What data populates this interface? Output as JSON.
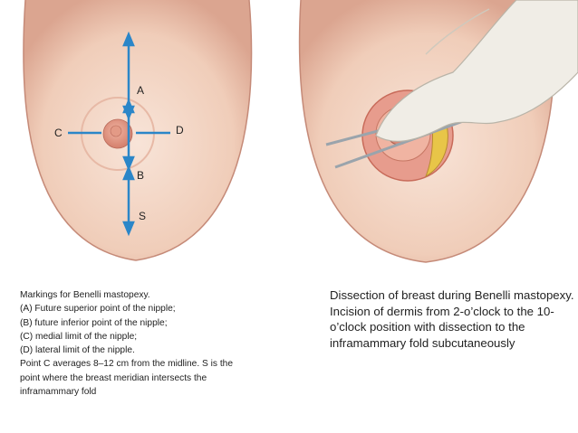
{
  "left_figure": {
    "labels": {
      "a": "A",
      "b": "B",
      "c": "C",
      "d": "D",
      "s": "S"
    },
    "caption_lines": [
      "Markings for Benelli mastopexy.",
      "(A) Future superior point of the nipple;",
      "(B) future inferior point of the nipple;",
      "(C) medial limit of the nipple;",
      "(D) lateral limit of the nipple.",
      "Point C averages 8–12 cm from the midline. S is the",
      "point where the breast meridian intersects the",
      "inframammary fold"
    ]
  },
  "right_figure": {
    "caption": "Dissection of  breast during Benelli mastopexy. Incision of dermis from 2-o’clock to the 10-o’clock position with dissection to the inframammary fold subcutaneously"
  },
  "colors": {
    "arrow": "#2b86c8",
    "skin": "#f2d3c2",
    "skin_shadow": "#d9a894",
    "areola": "#d98a78"
  }
}
